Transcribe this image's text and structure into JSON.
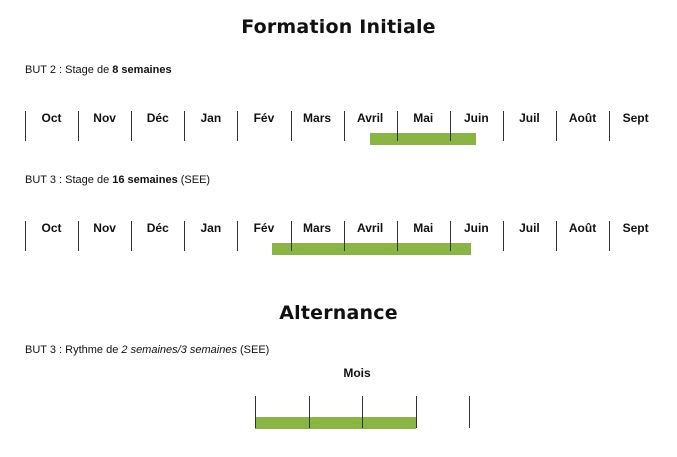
{
  "formation": {
    "title": "Formation Initiale",
    "but2": {
      "prefix": "BUT 2 : Stage de ",
      "bold": "8 semaines",
      "suffix": ""
    },
    "but3": {
      "prefix": "BUT 3 : Stage de ",
      "bold": "16 semaines",
      "suffix": " (SEE)"
    }
  },
  "alternance": {
    "title": "Alternance",
    "caption": {
      "prefix": "BUT 3 : Rythme de ",
      "italic": "2 semaines/3 semaines",
      "suffix": " (SEE)"
    },
    "unit_label": "Mois"
  },
  "months": [
    "Oct",
    "Nov",
    "Déc",
    "Jan",
    "Fév",
    "Mars",
    "Avril",
    "Mai",
    "Juin",
    "Juil",
    "Août",
    "Sept"
  ],
  "colors": {
    "bar": "#8ab443",
    "tick": "#333333",
    "text": "#111111"
  },
  "timelines": [
    {
      "id": "but2",
      "highlight": {
        "start_month_index": 6.5,
        "end_month_index": 8.5
      }
    },
    {
      "id": "but3",
      "highlight": {
        "start_month_index": 4.65,
        "end_month_index": 8.4
      }
    }
  ],
  "alternance_scale": {
    "divisions": 4,
    "highlight": {
      "start_fraction": 0.0,
      "end_fraction": 0.75
    },
    "week_pattern": [
      2,
      3
    ]
  }
}
